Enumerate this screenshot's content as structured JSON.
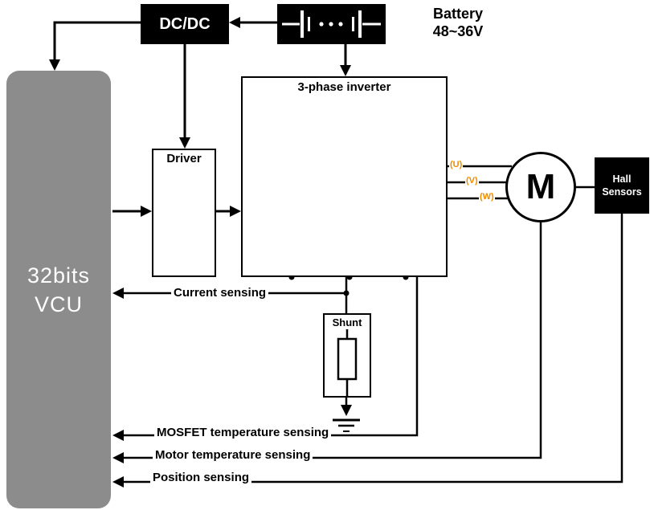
{
  "diagram": {
    "vcu": {
      "line1": "32bits",
      "line2": "VCU"
    },
    "dcdc_label": "DC/DC",
    "battery": {
      "line1": "Battery",
      "line2": "48~36V"
    },
    "inverter_title": "3-phase inverter",
    "driver_label": "Driver",
    "shunt_label": "Shunt",
    "motor_label": "M",
    "hall": {
      "line1": "Hall",
      "line2": "Sensors"
    },
    "phase_labels": {
      "u": "(U)",
      "v": "(V)",
      "w": "(W)"
    },
    "sensing": {
      "current": "Current sensing",
      "mosfet_temp": "MOSFET temperature sensing",
      "motor_temp": "Motor temperature sensing",
      "position": "Position sensing"
    },
    "colors": {
      "mosfet_red": "#e01111",
      "phase_orange": "#f08c00",
      "vcu_gray": "#8c8c8c",
      "line_black": "#000000"
    }
  }
}
